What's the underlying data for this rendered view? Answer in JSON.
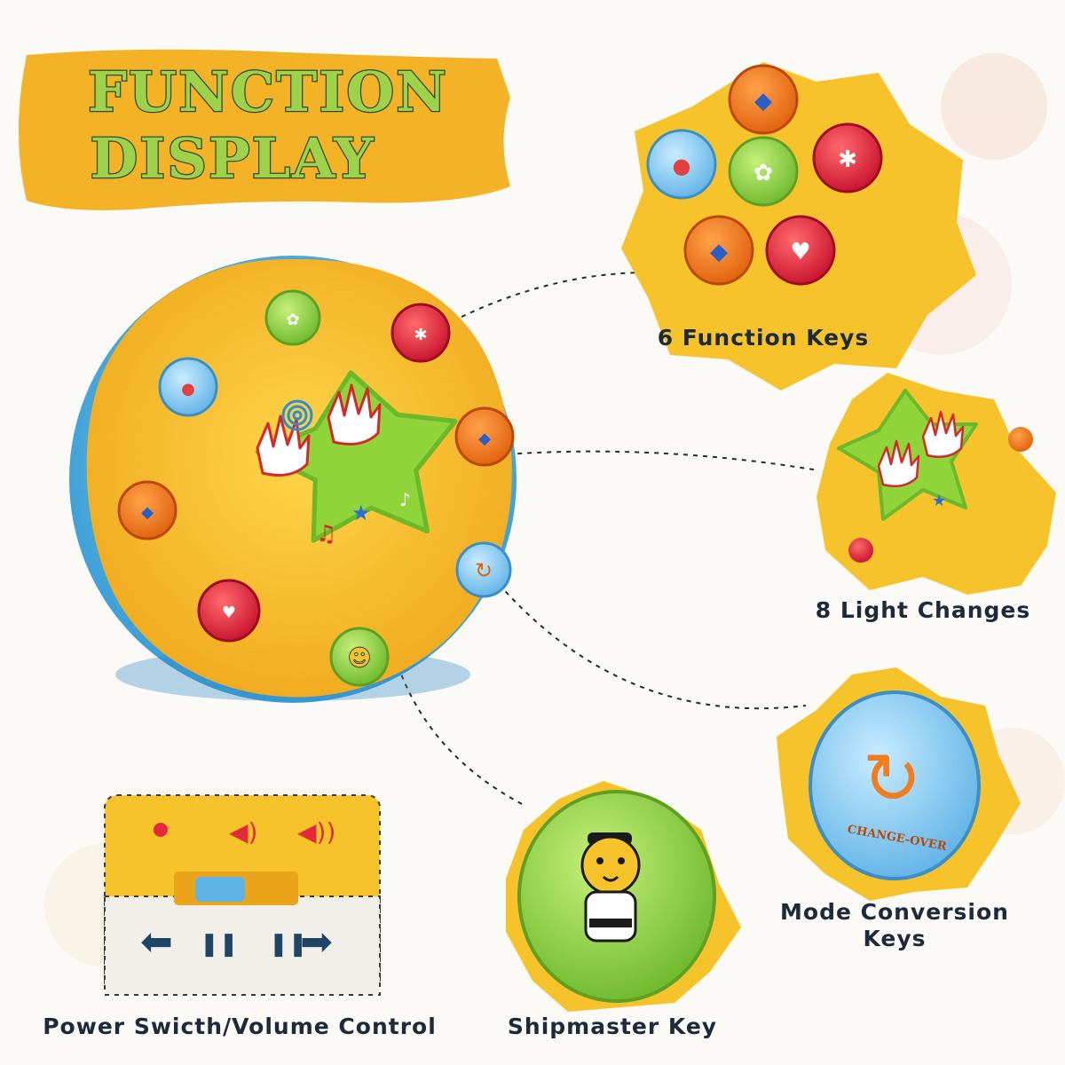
{
  "title": {
    "line1": "FUNCTION",
    "line2": "DISPLAY"
  },
  "features": [
    {
      "id": "function-keys",
      "label": "6 Function Keys"
    },
    {
      "id": "light-changes",
      "label": "8 Light Changes"
    },
    {
      "id": "mode-conversion",
      "label": "Mode Conversion Keys"
    },
    {
      "id": "shipmaster",
      "label": "Shipmaster Key"
    },
    {
      "id": "power-volume",
      "label": "Power Swicth/Volume Control"
    }
  ],
  "mode_button_text": "CHANGE-OVER",
  "colors": {
    "title_fill": "#9ed24a",
    "title_banner": "#f4b327",
    "toy_body_blue": "#5bb8e6",
    "toy_top_yellow": "#f6c32b",
    "star_green": "#8fd53a",
    "key_red": "#e22a3a",
    "key_orange": "#f27d1f",
    "key_green": "#96d840",
    "key_blue": "#7ac6ee",
    "label_text": "#1c2a3a"
  },
  "icons": [
    "hand-icon",
    "music-note-icon",
    "star-icon",
    "swirl-icon",
    "tiger-sailor-icon",
    "change-over-arrows-icon",
    "speaker-icon",
    "arrow-left-icon",
    "arrow-right-icon"
  ]
}
